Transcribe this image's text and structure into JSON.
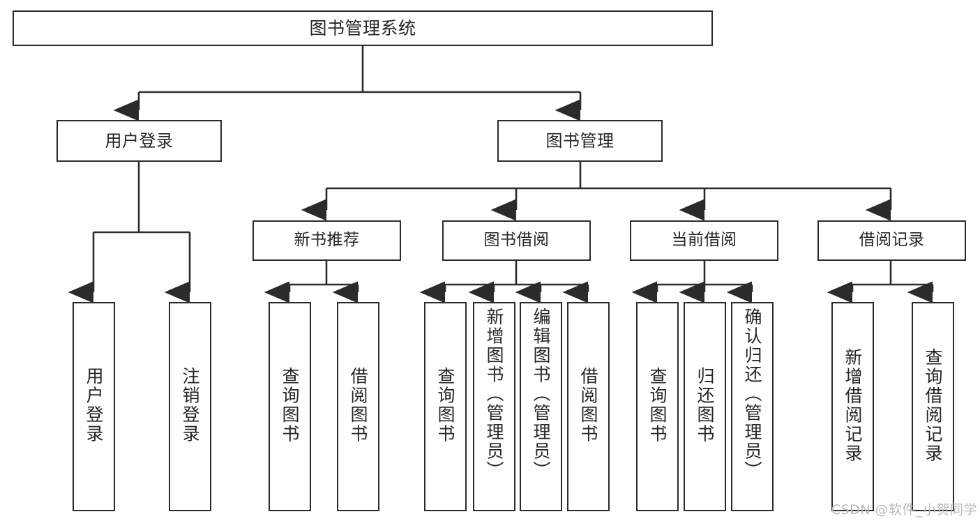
{
  "diagram": {
    "type": "tree-hierarchy",
    "title": "图书管理系统",
    "watermark": "CSDN @软件_小贺同学",
    "colors": {
      "border": "#2b2b2b",
      "text": "#262626",
      "background": "#ffffff",
      "connector": "#2b2b2b",
      "watermark": "#b9b9b9"
    },
    "root": {
      "label": "图书管理系统"
    },
    "level1": [
      {
        "label": "用户登录"
      },
      {
        "label": "图书管理"
      }
    ],
    "level2": [
      {
        "label": "新书推荐"
      },
      {
        "label": "图书借阅"
      },
      {
        "label": "当前借阅"
      },
      {
        "label": "借阅记录"
      }
    ],
    "leaves": {
      "user_login": [
        {
          "label": "用户登录"
        },
        {
          "label": "注销登录"
        }
      ],
      "new_book_recommend": [
        {
          "label": "查询图书"
        },
        {
          "label": "借阅图书"
        }
      ],
      "book_borrow": [
        {
          "label": "查询图书"
        },
        {
          "label": "新增图书（管理员）"
        },
        {
          "label": "编辑图书（管理员）"
        },
        {
          "label": "借阅图书"
        }
      ],
      "current_borrow": [
        {
          "label": "查询图书"
        },
        {
          "label": "归还图书"
        },
        {
          "label": "确认归还（管理员）"
        }
      ],
      "borrow_record": [
        {
          "label": "新增借阅记录"
        },
        {
          "label": "查询借阅记录"
        }
      ]
    }
  }
}
